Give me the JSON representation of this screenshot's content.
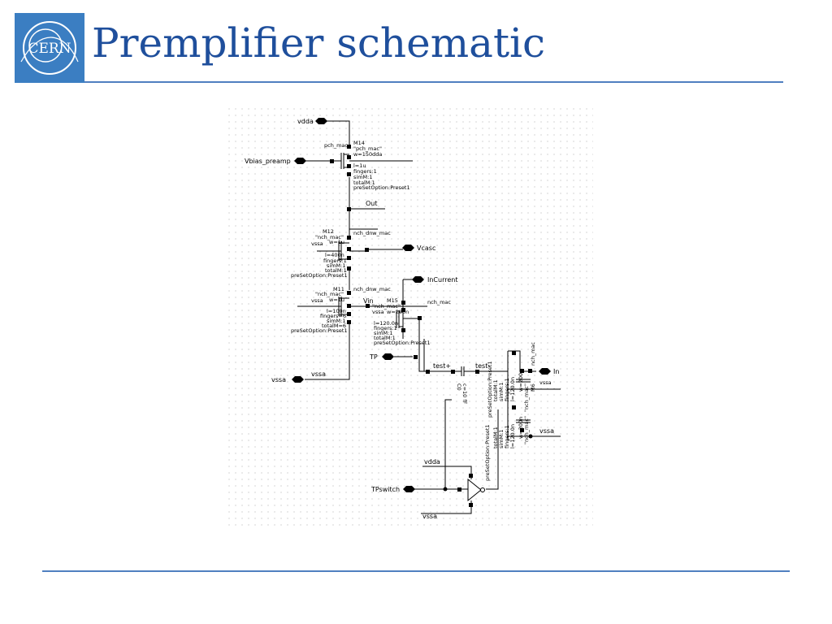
{
  "slide": {
    "title": "Premplifier schematic",
    "logo_text": "CERN",
    "accent_color": "#1f4f9c",
    "logo_color": "#3b7ec2"
  },
  "schematic": {
    "pins": {
      "vdda_top": "vdda",
      "vbias": "Vbias_preamp",
      "vcasc": "Vcasc",
      "incurrent": "InCurrent",
      "tp": "TP",
      "in": "In",
      "tpswitch": "TPswitch",
      "vssa_left": "vssa",
      "vssa_right": "vssa"
    },
    "nets": {
      "out": "Out",
      "vin": "Vin",
      "test_plus": "test+",
      "test_minus": "test-",
      "vssa_bottom": "vssa",
      "vdda_buf": "vdda",
      "vssa_buf": "vssa"
    },
    "m14": [
      "pch_mac",
      "M14",
      "\"pch_mac\"",
      "w=150dda",
      "l=1u",
      "fingers:1",
      "simM:1",
      "totalM:1",
      "preSetOption:Preset1"
    ],
    "m12": [
      "M12",
      "nch_dnw_mac",
      "\"nch_mac\"",
      "vssa",
      "w=1u",
      "l=400n",
      "fingers:1",
      "simM:1",
      "totalM:1",
      "preSetOption:Preset1"
    ],
    "m11": [
      "M11",
      "nch_dnw_mac",
      "\"nch_mac\"",
      "vssa",
      "w=1u",
      "l=100n",
      "fingers=6",
      "simM:1",
      "totalM=6",
      "preSetOption:Preset1"
    ],
    "m15": [
      "M15",
      "nch_mac",
      "\"nch_mac\"",
      "vssa",
      "w=200n",
      "l=120.0n",
      "fingers:1",
      "simM:1",
      "totalM:1",
      "preSetOption:Preset1"
    ],
    "cap": [
      "C0",
      "c=10 fF"
    ],
    "rot_right": [
      "nch_mac",
      "\"nch_mac\"",
      "w=200n",
      "M6",
      "vssa",
      "l=120.0n",
      "fingers:1",
      "simM:1",
      "totalM:1",
      "preSetOption:Preset1"
    ],
    "rot_lower": [
      "\"nch_mac\"",
      "w=200n",
      "l=120.0n",
      "fingers:1",
      "simM:1",
      "totalM:1",
      "preSetOption:Preset1"
    ]
  }
}
